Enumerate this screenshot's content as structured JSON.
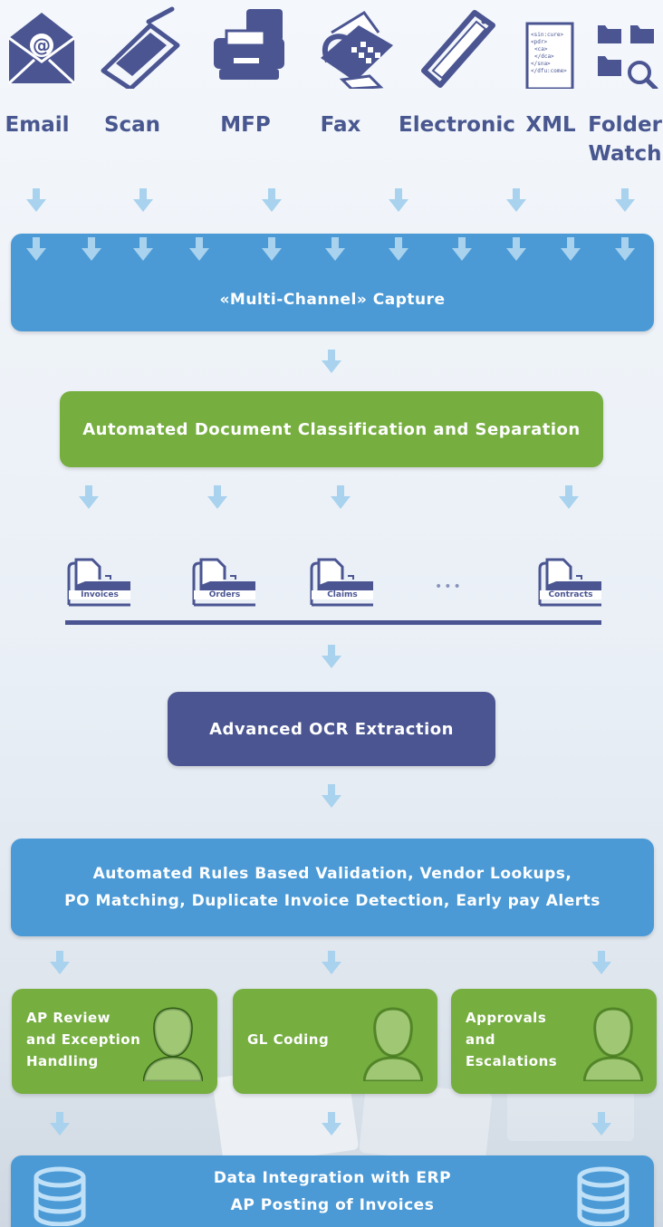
{
  "sources": [
    {
      "label": "Email",
      "icon": "email-icon"
    },
    {
      "label": "Scan",
      "icon": "scanner-icon"
    },
    {
      "label": "MFP",
      "icon": "printer-icon"
    },
    {
      "label": "Fax",
      "icon": "fax-icon"
    },
    {
      "label": "Electronic",
      "icon": "tablet-icon"
    },
    {
      "label": "XML",
      "icon": "xml-document-icon"
    },
    {
      "label": "Folder Watch",
      "icon": "folder-search-icon"
    }
  ],
  "xml_icon_text": "<sin:cure>\n<pdr>\n <ca>\n </dca>\n</sna>\n</dfu:come>",
  "capture": {
    "label": "«Multi-Channel» Capture"
  },
  "classification": {
    "label": "Automated Document Classification and Separation"
  },
  "document_types": [
    "Invoices",
    "Orders",
    "Claims",
    "Contracts"
  ],
  "ellipsis": "•••",
  "ocr": {
    "label": "Advanced OCR Extraction"
  },
  "validation": {
    "line1": "Automated Rules Based Validation, Vendor Lookups,",
    "line2": "PO Matching, Duplicate Invoice Detection, Early pay Alerts"
  },
  "roles": [
    {
      "label": "AP Review\nand Exception\nHandling"
    },
    {
      "label": "GL Coding"
    },
    {
      "label": "Approvals\nand\nEscalations"
    }
  ],
  "integration": {
    "line1": "Data Integration with ERP",
    "line2": "AP Posting of Invoices"
  },
  "colors": {
    "blue": "#4b9ad6",
    "green": "#76ae40",
    "navy": "#4a5592",
    "arrow": "#a8d2ee"
  }
}
